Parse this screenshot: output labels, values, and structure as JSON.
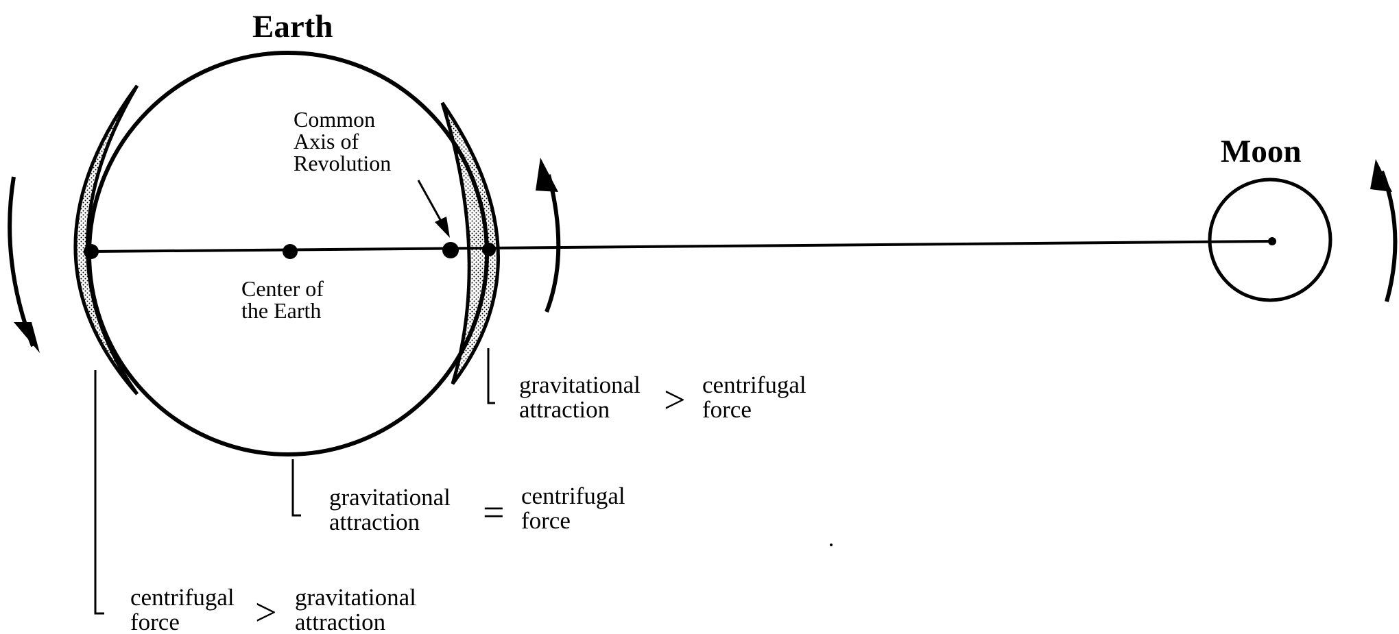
{
  "labels": {
    "earth": "Earth",
    "moon": "Moon",
    "axis_line1": "Common",
    "axis_line2": "Axis of",
    "axis_line3": "Revolution",
    "center_line1": "Center of",
    "center_line2": "the Earth"
  },
  "relations": {
    "near_side": {
      "left_line1": "gravitational",
      "left_line2": "attraction",
      "symbol": ">",
      "right_line1": "centrifugal",
      "right_line2": "force"
    },
    "middle": {
      "left_line1": "gravitational",
      "left_line2": "attraction",
      "symbol": "=",
      "right_line1": "centrifugal",
      "right_line2": "force"
    },
    "far_side": {
      "left_line1": "centrifugal",
      "left_line2": "force",
      "symbol": ">",
      "right_line1": "gravitational",
      "right_line2": "attraction"
    }
  },
  "colors": {
    "ink": "#000000",
    "background": "#ffffff",
    "stipple": "#000000"
  }
}
